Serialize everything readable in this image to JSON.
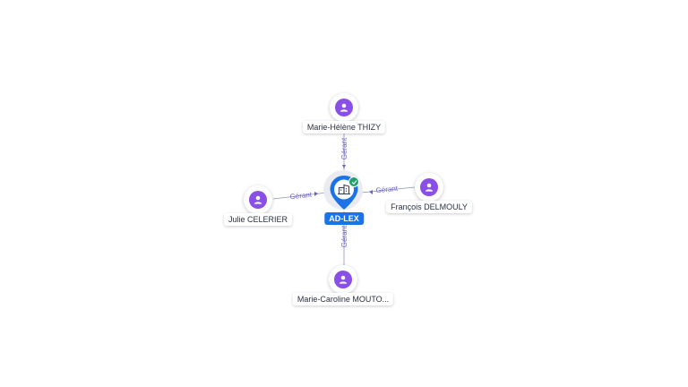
{
  "company": {
    "name": "AD-LEX",
    "icon": "building-icon",
    "badge_icon": "check-icon"
  },
  "persons": [
    {
      "name": "Marie-Hélène THIZY",
      "role": "Gérant",
      "icon": "person-icon"
    },
    {
      "name": "Julie CELERIER",
      "role": "Gérant",
      "icon": "person-icon"
    },
    {
      "name": "François DELMOULY",
      "role": "Gérant",
      "icon": "person-icon"
    },
    {
      "name": "Marie-Caroline MOUTO...",
      "role": "Gérant",
      "icon": "person-icon"
    }
  ],
  "colors": {
    "person_accent": "#8a4fe6",
    "company_accent": "#1a73e8",
    "verified": "#22a06b",
    "edge": "#6a62c8"
  }
}
